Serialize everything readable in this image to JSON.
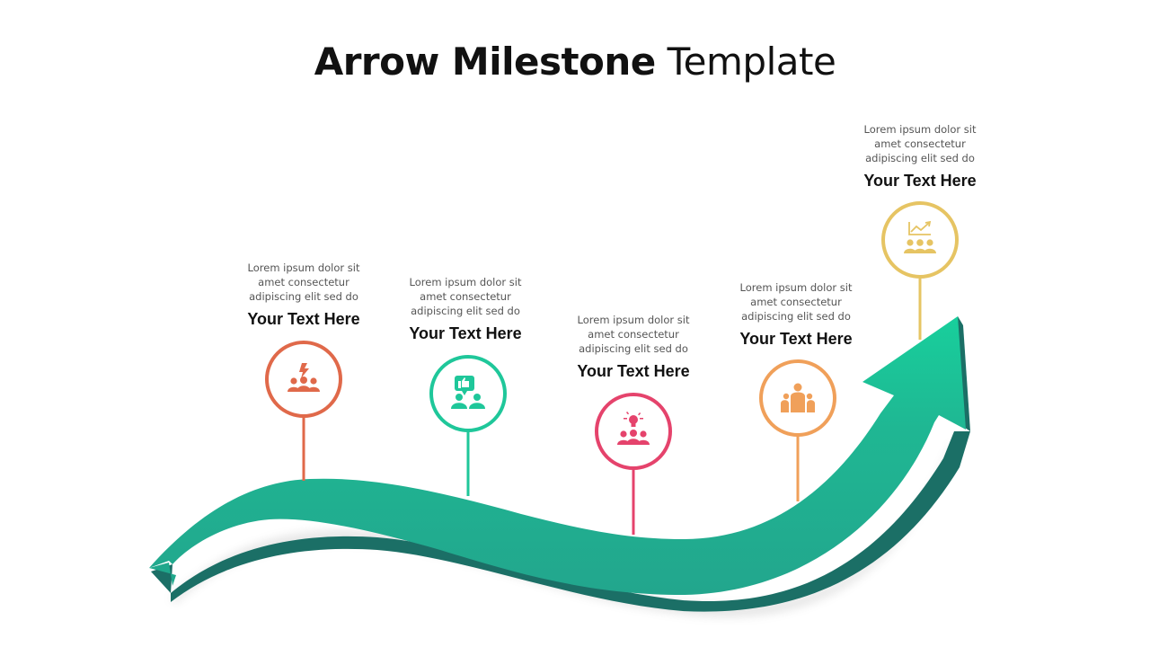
{
  "title": {
    "bold": "Arrow Milestone",
    "light": "Template"
  },
  "arrow": {
    "top_color": "#20a88c",
    "tip_color": "#1ec99a",
    "side_color": "#1b6f66"
  },
  "milestones": [
    {
      "heading": "Your Text Here",
      "description": "Lorem ipsum dolor sit\namet consectetur\nadipiscing elit sed do",
      "icon": "team-energy-icon",
      "color": "#e0694a"
    },
    {
      "heading": "Your Text Here",
      "description": "Lorem ipsum dolor sit\namet consectetur\nadipiscing elit sed do",
      "icon": "team-feedback-thumbs-up-icon",
      "color": "#1fc79a"
    },
    {
      "heading": "Your Text Here",
      "description": "Lorem ipsum dolor sit\namet consectetur\nadipiscing elit sed do",
      "icon": "team-idea-lightbulb-icon",
      "color": "#e5436c"
    },
    {
      "heading": "Your Text Here",
      "description": "Lorem ipsum dolor sit\namet consectetur\nadipiscing elit sed do",
      "icon": "team-leader-icon",
      "color": "#f0a05a"
    },
    {
      "heading": "Your Text Here",
      "description": "Lorem ipsum dolor sit\namet consectetur\nadipiscing elit sed do",
      "icon": "team-growth-chart-icon",
      "color": "#e6c463"
    }
  ]
}
